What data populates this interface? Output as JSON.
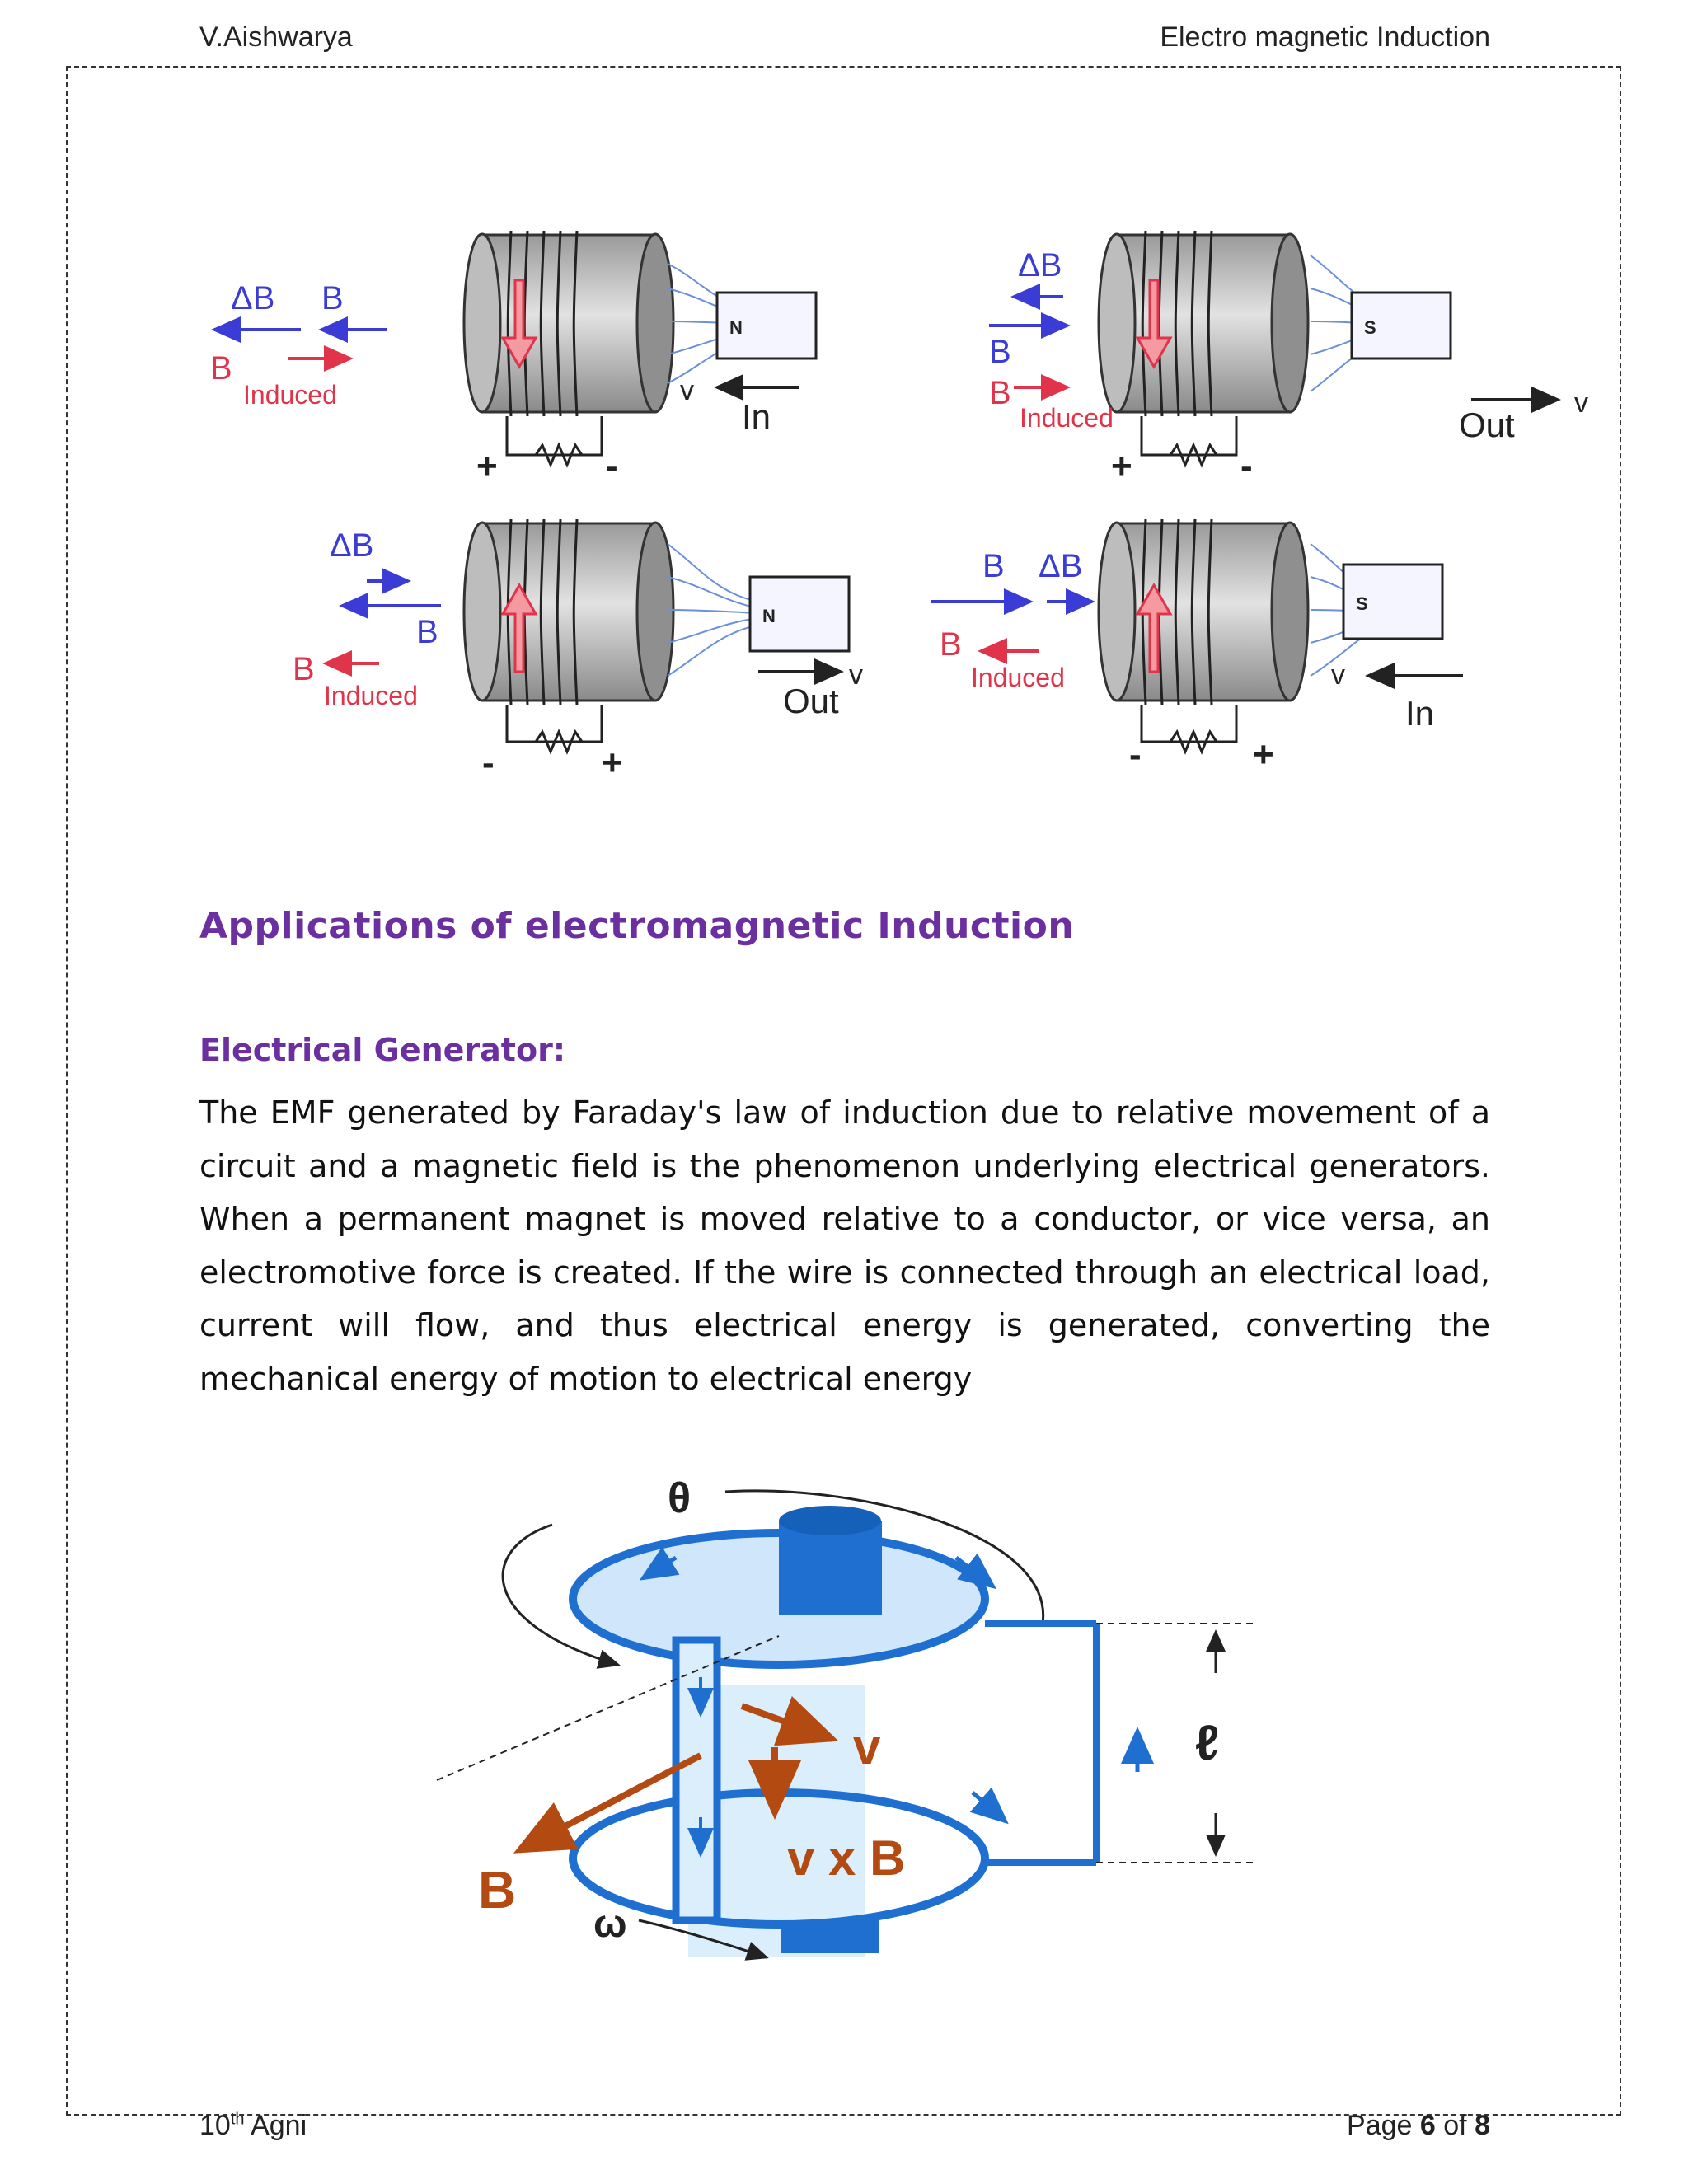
{
  "header": {
    "author": "V.Aishwarya",
    "title": "Electro magnetic Induction"
  },
  "figure1": {
    "panels": [
      {
        "delta_b": "ΔB",
        "b": "B",
        "b_label": "B",
        "induced": "Induced",
        "motion": "In",
        "v": "v",
        "pole": "N",
        "plus": "+",
        "minus": "-"
      },
      {
        "delta_b": "ΔB",
        "b": "B",
        "b_label": "B",
        "induced": "Induced",
        "motion": "Out",
        "v": "v",
        "pole": "S",
        "plus": "+",
        "minus": "-"
      },
      {
        "delta_b": "ΔB",
        "b": "B",
        "b_label": "B",
        "induced": "Induced",
        "motion": "Out",
        "v": "v",
        "pole": "N",
        "plus": "+",
        "minus": "-"
      },
      {
        "delta_b": "ΔB",
        "b": "B",
        "b_label": "B",
        "induced": "Induced",
        "motion": "In",
        "v": "v",
        "pole": "S",
        "plus": "+",
        "minus": "-"
      }
    ]
  },
  "section": {
    "heading": "Applications of electromagnetic Induction",
    "subheading": "Electrical Generator:",
    "paragraph": "The EMF generated by Faraday's law of induction due to relative movement of a circuit and a magnetic field is the phenomenon underlying electrical generators. When a permanent magnet is moved relative to a conductor, or vice versa, an electromotive force is created. If the wire is connected through an electrical load, current will flow, and thus electrical energy is generated, converting the mechanical energy of motion to electrical energy"
  },
  "figure2": {
    "theta": "θ",
    "v": "v",
    "b": "B",
    "vxb": "v x B",
    "l": "ℓ",
    "omega": "ω"
  },
  "footer": {
    "grade": "10",
    "grade_sup": "th",
    "section": "Agni",
    "page_prefix": "Page",
    "page_num": "6",
    "page_of": "of",
    "page_total": "8"
  },
  "colors": {
    "heading": "#6b2fa0",
    "blue_arrow": "#3b3bd6",
    "red": "#e0344a",
    "field_blue": "#6b8fd8",
    "disk_blue": "#1f6fd1",
    "brown": "#b24a12"
  }
}
